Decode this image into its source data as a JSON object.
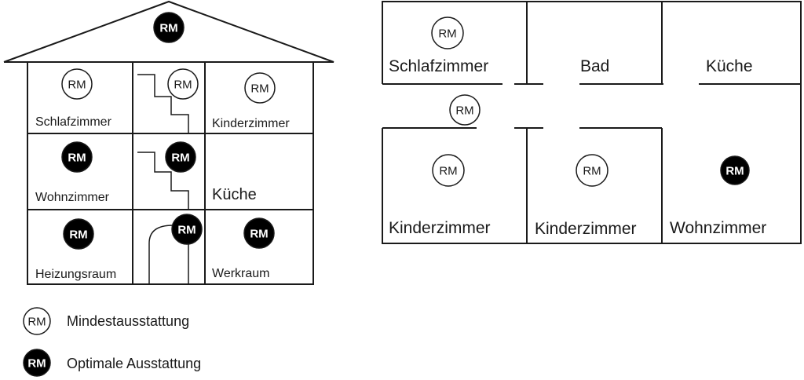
{
  "colors": {
    "ink": "#1a1a1a",
    "optimal_fill": "#000000",
    "minimum_fill": "#ffffff",
    "optimal_text": "#ffffff"
  },
  "marker_text": "RM",
  "house": {
    "rooms": {
      "schlafzimmer": "Schlafzimmer",
      "kinderzimmer": "Kinderzimmer",
      "wohnzimmer": "Wohnzimmer",
      "kueche": "Küche",
      "heizungsraum": "Heizungsraum",
      "werkraum": "Werkraum"
    },
    "markers": [
      {
        "id": "roof",
        "type": "optimal"
      },
      {
        "id": "schlafzimmer",
        "type": "minimum"
      },
      {
        "id": "stairs-top",
        "type": "minimum"
      },
      {
        "id": "kinderzimmer",
        "type": "minimum"
      },
      {
        "id": "wohnzimmer",
        "type": "optimal"
      },
      {
        "id": "stairs-middle",
        "type": "optimal"
      },
      {
        "id": "heizungsraum",
        "type": "optimal"
      },
      {
        "id": "entrance",
        "type": "optimal"
      },
      {
        "id": "werkraum",
        "type": "optimal"
      }
    ]
  },
  "floorplan": {
    "rooms": {
      "schlafzimmer": "Schlafzimmer",
      "bad": "Bad",
      "kueche": "Küche",
      "kinderzimmer_left": "Kinderzimmer",
      "kinderzimmer_middle": "Kinderzimmer",
      "wohnzimmer": "Wohnzimmer"
    },
    "markers": [
      {
        "id": "schlafzimmer",
        "type": "minimum"
      },
      {
        "id": "hallway",
        "type": "minimum"
      },
      {
        "id": "kinderzimmer-left",
        "type": "minimum"
      },
      {
        "id": "kinderzimmer-middle",
        "type": "minimum"
      },
      {
        "id": "wohnzimmer",
        "type": "optimal"
      }
    ]
  },
  "legend": {
    "minimum": "Mindestausstattung",
    "optimal": "Optimale Ausstattung"
  }
}
